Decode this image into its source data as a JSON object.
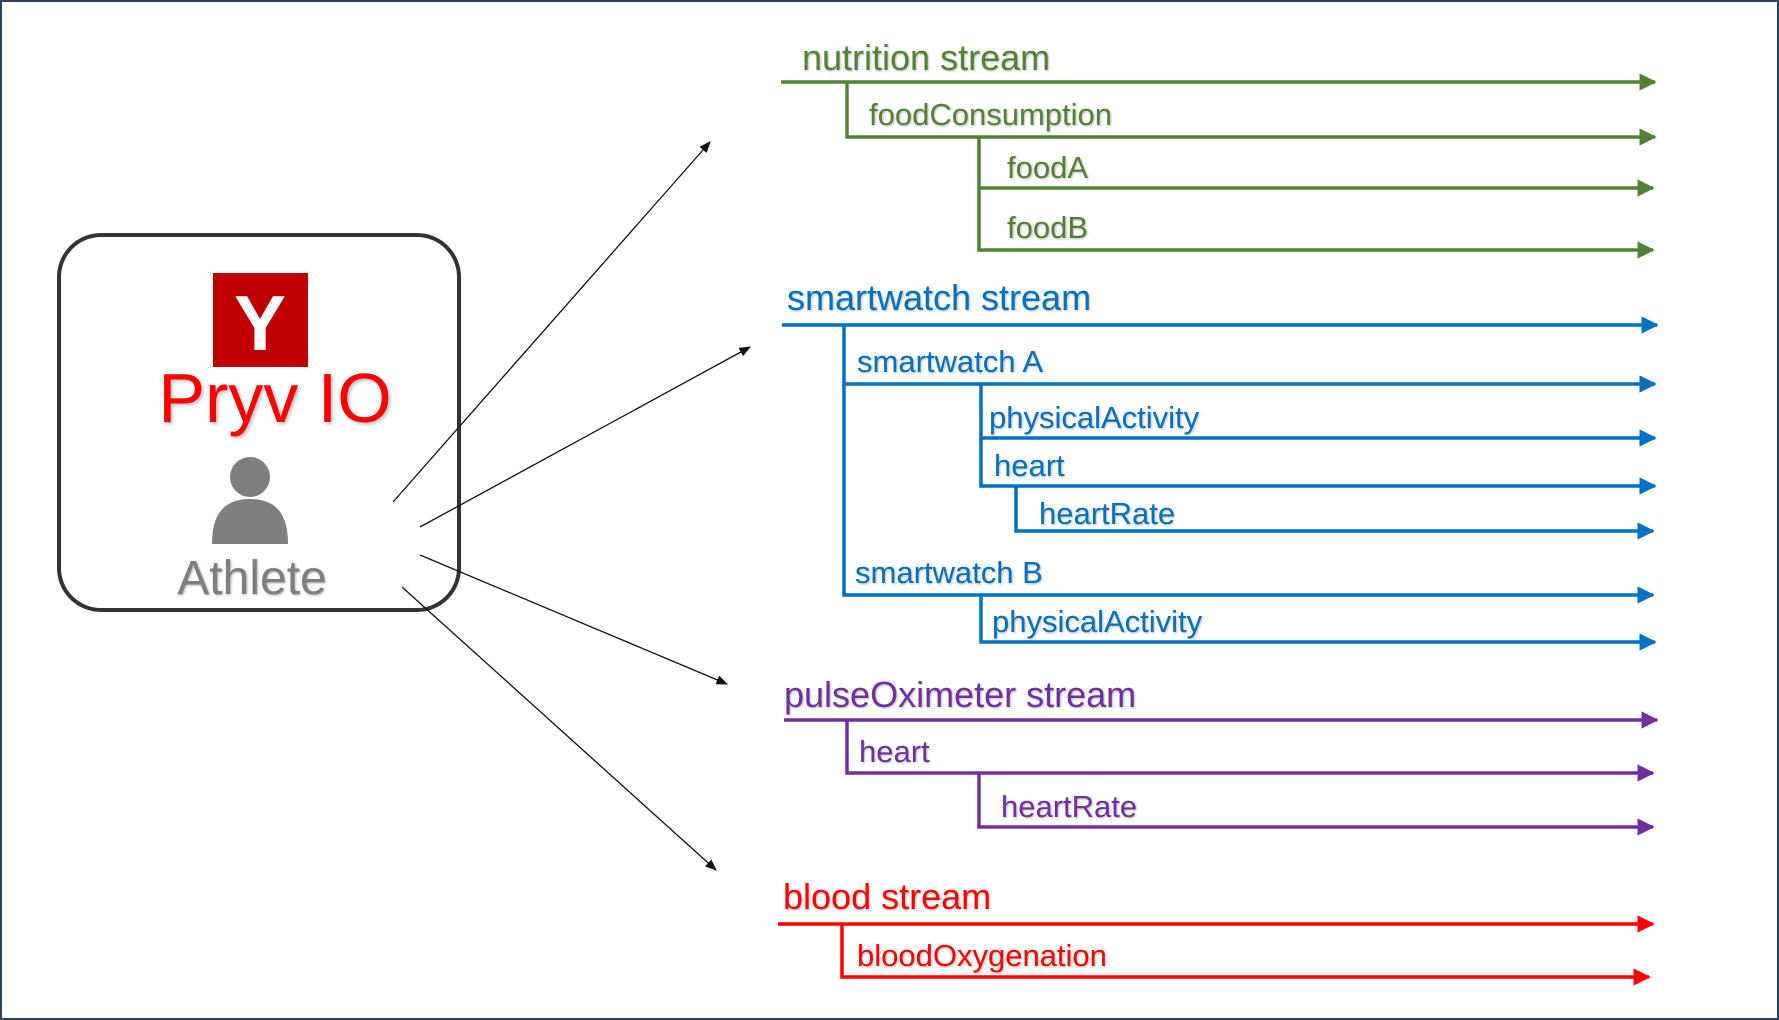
{
  "colors": {
    "frame": "#2f4360",
    "nutrition": "#548235",
    "smartwatch": "#0070c0",
    "pulseOximeter": "#7030a0",
    "blood": "#ff0000",
    "brand": "#ff0000",
    "logo_bg": "#c00000",
    "person": "#7f7f7f"
  },
  "card": {
    "logo_letter": "Y",
    "brand": "Pryv IO",
    "person_icon": "user-icon",
    "label": "Athlete"
  },
  "streams": {
    "nutrition": {
      "root": "nutrition stream",
      "foodConsumption": "foodConsumption",
      "foodA": "foodA",
      "foodB": "foodB"
    },
    "smartwatch": {
      "root": "smartwatch stream",
      "smartwatchA": "smartwatch A",
      "physicalActivityA": "physicalActivity",
      "heart": "heart",
      "heartRate": "heartRate",
      "smartwatchB": "smartwatch B",
      "physicalActivityB": "physicalActivity"
    },
    "pulseOximeter": {
      "root": "pulseOximeter stream",
      "heart": "heart",
      "heartRate": "heartRate"
    },
    "blood": {
      "root": "blood stream",
      "bloodOxygenation": "bloodOxygenation"
    }
  }
}
